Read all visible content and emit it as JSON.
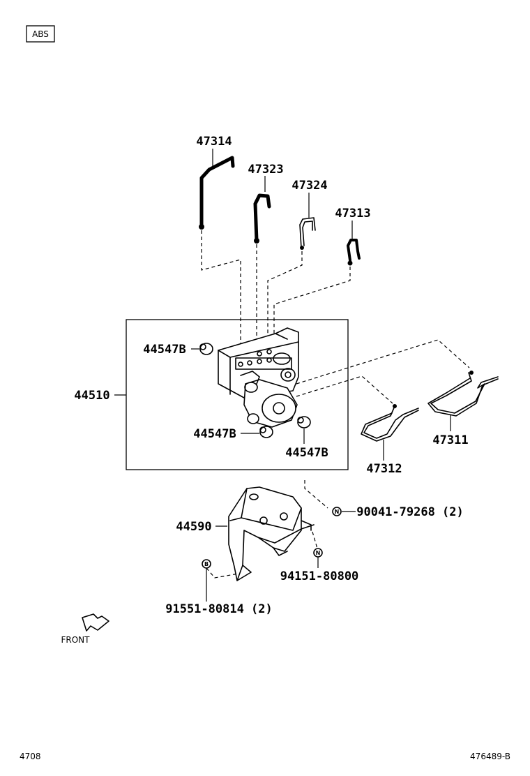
{
  "header": {
    "section_tag": "ABS"
  },
  "callouts": {
    "p47314": "47314",
    "p47323": "47323",
    "p47324": "47324",
    "p47313": "47313",
    "p44547b_top": "44547B",
    "p44510": "44510",
    "p44547b_bottom_left": "44547B",
    "p44547b_bottom_right": "44547B",
    "p47312": "47312",
    "p47311": "47311",
    "p44590": "44590",
    "p90041": "90041-79268 (2)",
    "p94151": "94151-80800",
    "p91551": "91551-80814 (2)"
  },
  "symbols": {
    "nut_mark": "N",
    "bolt_mark": "B"
  },
  "orientation": {
    "label": "FRONT"
  },
  "footer": {
    "page_ref": "4708",
    "figure_code": "476489-B"
  }
}
